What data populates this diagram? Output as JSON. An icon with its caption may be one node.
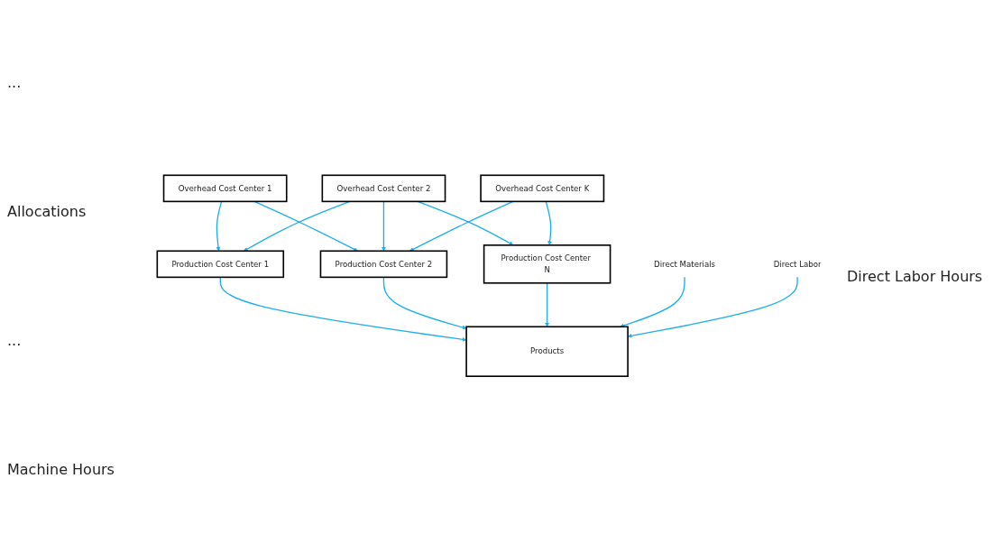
{
  "diagram": {
    "nodes": [
      {
        "text": [
          "Overhead Cost Center 1"
        ]
      },
      {
        "text": [
          "Overhead Cost Center 2"
        ]
      },
      {
        "text": [
          "Overhead Cost Center K"
        ]
      },
      {
        "text": [
          "Production Cost Center 1"
        ]
      },
      {
        "text": [
          "Production Cost Center 2"
        ]
      },
      {
        "text": [
          "Production Cost Center N"
        ]
      },
      {
        "text": [
          "Products"
        ]
      },
      {
        "text": [
          "Direct Materials"
        ]
      },
      {
        "text": [
          "Direct Labor"
        ]
      }
    ],
    "edges": [
      {
        "from": 0,
        "to": 3,
        "arrow": "to"
      },
      {
        "from": 0,
        "to": 4,
        "arrow": "to"
      },
      {
        "from": 1,
        "to": 3,
        "arrow": "to"
      },
      {
        "from": 1,
        "to": 4,
        "arrow": "to"
      },
      {
        "from": 1,
        "to": 5,
        "arrow": "to"
      },
      {
        "from": 2,
        "to": 4,
        "arrow": "to"
      },
      {
        "from": 2,
        "to": 5,
        "arrow": "to"
      },
      {
        "from": 3,
        "to": 6,
        "arrow": "to"
      },
      {
        "from": 4,
        "to": 6,
        "arrow": "to"
      },
      {
        "from": 5,
        "to": 6,
        "arrow": "to"
      },
      {
        "from": 7,
        "to": 6,
        "arrow": "to"
      },
      {
        "from": 8,
        "to": 6,
        "arrow": "to"
      }
    ],
    "labels": [
      "...",
      "Allocations",
      "...",
      "Machine Hours",
      "Direct Labor Hours"
    ]
  }
}
